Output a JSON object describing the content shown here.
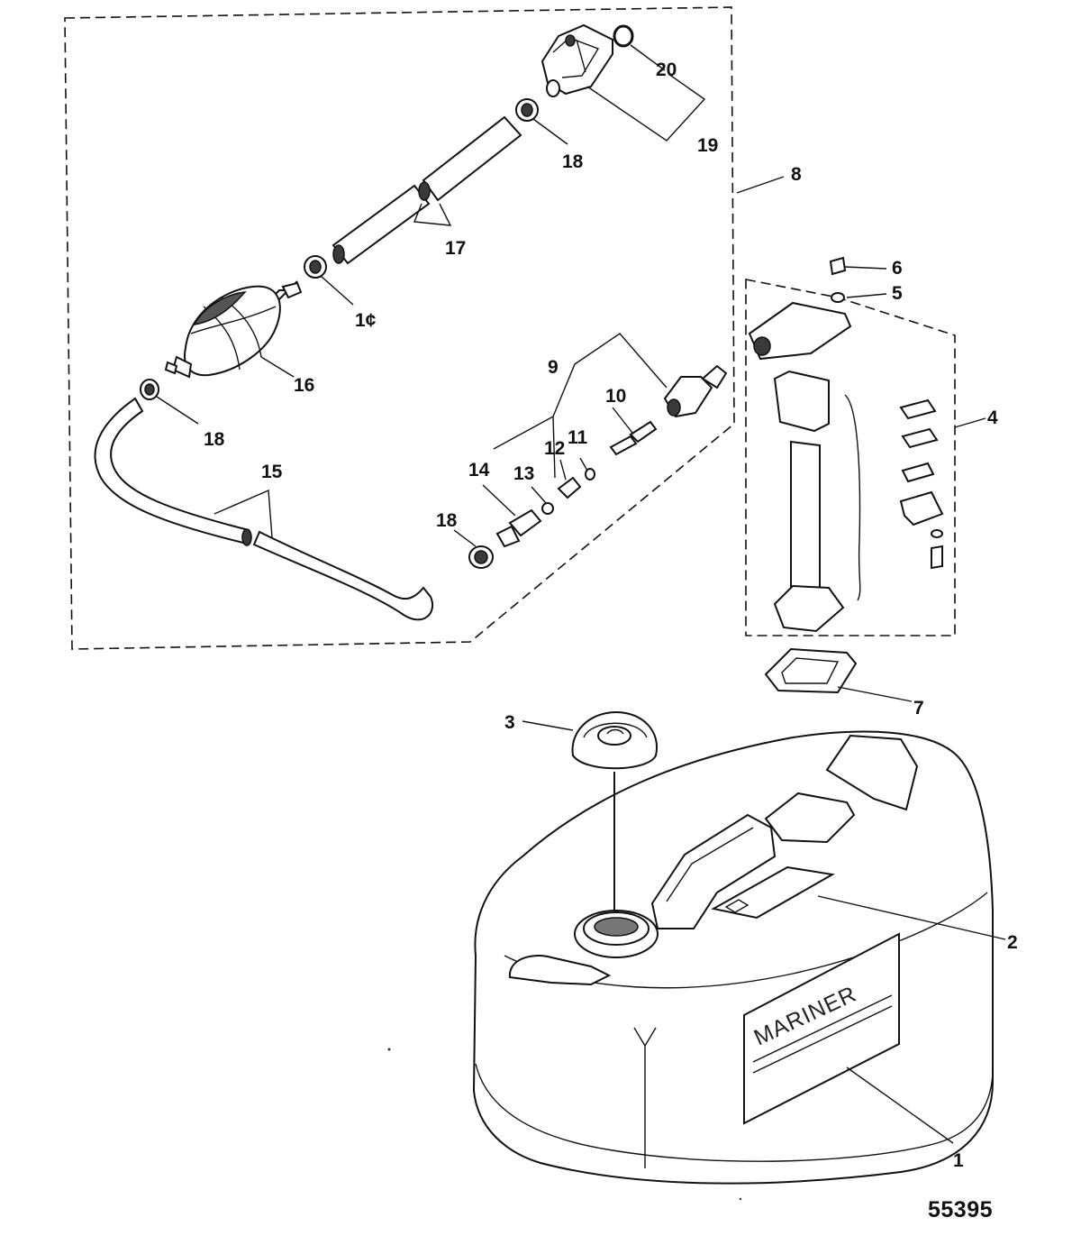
{
  "diagram": {
    "drawing_number": "55395",
    "tank_label_text": "MARINER",
    "callouts": {
      "c1": "1",
      "c2": "2",
      "c3": "3",
      "c4": "4",
      "c5": "5",
      "c6": "6",
      "c7": "7",
      "c8": "8",
      "c9": "9",
      "c10": "10",
      "c11": "11",
      "c12": "12",
      "c13": "13",
      "c14": "14",
      "c15": "15",
      "c16": "16",
      "c17": "17",
      "c18a": "18",
      "c18b": "18",
      "c18c": "18",
      "c18d": "1¢",
      "c19": "19",
      "c20": "20"
    }
  }
}
